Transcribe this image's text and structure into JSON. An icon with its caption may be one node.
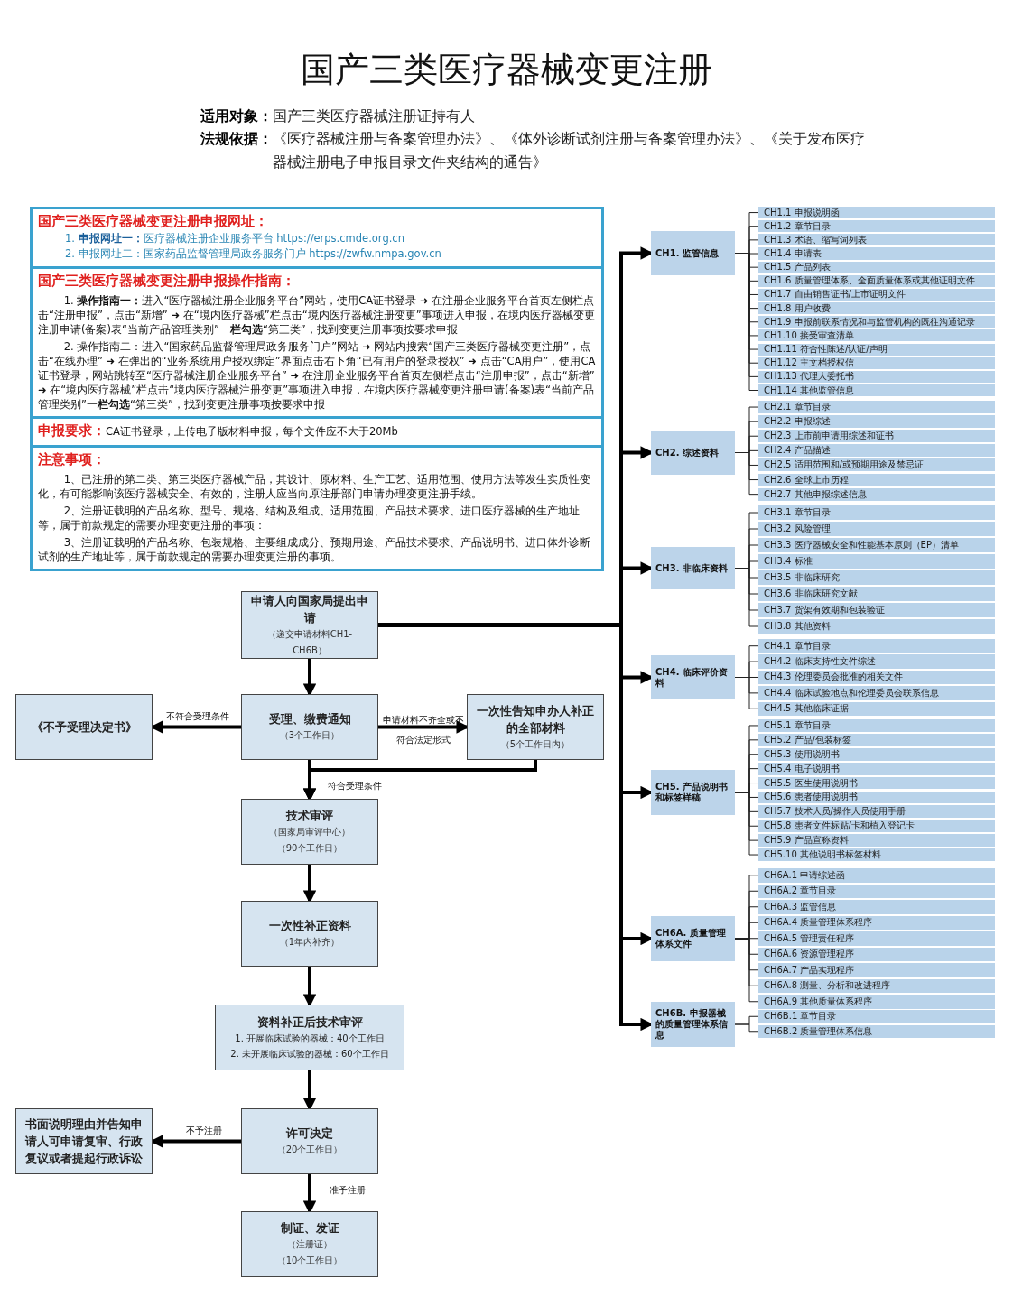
{
  "diagram": {
    "title": "国产三类医疗器械变更注册",
    "labels": [
      "**适用对象：**国产三类医疗器械注册证持有人",
      "**法规依据：**《医疗器械注册与备案管理办法》、《体外诊断试剂注册与备案管理办法》、《关于发布医疗器械注册电子申报目录文件夹结构的通告》"
    ],
    "nodes": [
      {
        "text": [
          "国产三类医疗器械变更注册申报网址：",
          "1. **申报网址一：**医疗器械注册企业服务平台 https://erps.cmde.org.cn",
          "2. 申报网址二：国家药品监督管理局政务服务门户 https://zwfw.nmpa.gov.cn"
        ]
      },
      {
        "text": [
          "国产三类医疗器械变更注册申报操作指南：",
          "1. **操作指南一：**进入“医疗器械注册企业服务平台”网站，使用CA证书登录 ➜ 在注册企业服务平台首页左侧栏点击“注册申报”，点击“新增” ➜ 在“境内医疗器械”栏点击“境内医疗器械注册变更”事项进入申报，在境内医疗器械变更注册申请(备案)表“当前产品管理类别”一**栏勾选**“第三类”，找到变更注册事项按要求申报",
          "2. 操作指南二：进入“国家药品监督管理局政务服务门户”网站 ➜ 网站内搜索“国产三类医疗器械变更注册”，点击“在线办理” ➜ 在弹出的“业务系统用户授权绑定”界面点击右下角“已有用户的登录授权” ➜ 点击“CA用户”，使用CA证书登录，网站跳转至“医疗器械注册企业服务平台” ➜ 在注册企业服务平台首页左侧栏点击“注册申报”，点击“新增” ➜ 在“境内医疗器械”栏点击“境内医疗器械注册变更”事项进入申报，在境内医疗器械变更注册申请(备案)表“当前产品管理类别”一**栏勾选**“第三类”，找到变更注册事项按要求申报"
        ]
      },
      {
        "text": [
          "申报要求：",
          "CA证书登录，上传电子版材料申报，每个文件应不大于20Mb"
        ]
      },
      {
        "text": [
          "注意事项：",
          "1、已注册的第二类、第三类医疗器械产品，其设计、原材料、生产工艺、适用范围、使用方法等发生实质性变化，有可能影响该医疗器械安全、有效的，注册人应当向原注册部门申请办理变更注册手续。",
          "2、注册证载明的产品名称、型号、规格、结构及组成、适用范围、产品技术要求、进口医疗器械的生产地址等，属于前款规定的需要办理变更注册的事项：",
          "3、注册证载明的产品名称、包装规格、主要组成成分、预期用途、产品技术要求、产品说明书、进口体外诊断试剂的生产地址等，属于前款规定的需要办理变更注册的事项。"
        ]
      },
      {
        "text": [
          "申请人向国家局提出申请",
          "（递交申请材料CH1-CH6B）"
        ]
      },
      {
        "text": [
          "《不予受理决定书》"
        ]
      },
      {
        "text": [
          "受理、缴费通知",
          "（3个工作日）"
        ]
      },
      {
        "text": [
          "一次性告知申办人补正的全部材料",
          "（5个工作日内）"
        ]
      },
      {
        "text": [
          "技术审评",
          "（国家局审评中心）",
          "（90个工作日）"
        ]
      },
      {
        "text": [
          "一次性补正资料",
          "（1年内补齐）"
        ]
      },
      {
        "text": [
          "资料补正后技术审评",
          "1. 开展临床试验的器械：40个工作日",
          "2. 未开展临床试验的器械：60个工作日"
        ]
      },
      {
        "text": [
          "书面说明理由并告知申请人可申请复审、行政复议或者提起行政诉讼"
        ]
      },
      {
        "text": [
          "许可决定",
          "（20个工作日）"
        ]
      },
      {
        "text": [
          "制证、发证",
          "（注册证）",
          "（10个工作日）"
        ]
      },
      {
        "text": [
          "CH1. 监管信息"
        ]
      },
      {
        "text": [
          "CH1.1 申报说明函"
        ]
      },
      {
        "text": [
          "CH1.2 章节目录"
        ]
      },
      {
        "text": [
          "CH1.3 术语、缩写词列表"
        ]
      },
      {
        "text": [
          "CH1.4 申请表"
        ]
      },
      {
        "text": [
          "CH1.5 产品列表"
        ]
      },
      {
        "text": [
          "CH1.6 质量管理体系、全面质量体系或其他证明文件"
        ]
      },
      {
        "text": [
          "CH1.7 自由销售证书/上市证明文件"
        ]
      },
      {
        "text": [
          "CH1.8 用户收费"
        ]
      },
      {
        "text": [
          "CH1.9 申报前联系情况和与监管机构的既往沟通记录"
        ]
      },
      {
        "text": [
          "CH1.10 接受审查清单"
        ]
      },
      {
        "text": [
          "CH1.11 符合性陈述/认证/声明"
        ]
      },
      {
        "text": [
          "CH1.12 主文档授权信"
        ]
      },
      {
        "text": [
          "CH1.13 代理人委托书"
        ]
      },
      {
        "text": [
          "CH1.14 其他监管信息"
        ]
      },
      {
        "text": [
          "CH2. 综述资料"
        ]
      },
      {
        "text": [
          "CH2.1 章节目录"
        ]
      },
      {
        "text": [
          "CH2.2 申报综述"
        ]
      },
      {
        "text": [
          "CH2.3 上市前申请用综述和证书"
        ]
      },
      {
        "text": [
          "CH2.4 产品描述"
        ]
      },
      {
        "text": [
          "CH2.5 适用范围和/或预期用途及禁忌证"
        ]
      },
      {
        "text": [
          "CH2.6 全球上市历程"
        ]
      },
      {
        "text": [
          "CH2.7 其他申报综述信息"
        ]
      },
      {
        "text": [
          "CH3. 非临床资料"
        ]
      },
      {
        "text": [
          "CH3.1 章节目录"
        ]
      },
      {
        "text": [
          "CH3.2 风险管理"
        ]
      },
      {
        "text": [
          "CH3.3 医疗器械安全和性能基本原则（EP）清单"
        ]
      },
      {
        "text": [
          "CH3.4 标准"
        ]
      },
      {
        "text": [
          "CH3.5 非临床研究"
        ]
      },
      {
        "text": [
          "CH3.6 非临床研究文献"
        ]
      },
      {
        "text": [
          "CH3.7 货架有效期和包装验证"
        ]
      },
      {
        "text": [
          "CH3.8 其他资料"
        ]
      },
      {
        "text": [
          "CH4. 临床评价资料"
        ]
      },
      {
        "text": [
          "CH4.1 章节目录"
        ]
      },
      {
        "text": [
          "CH4.2 临床支持性文件综述"
        ]
      },
      {
        "text": [
          "CH4.3 伦理委员会批准的相关文件"
        ]
      },
      {
        "text": [
          "CH4.4 临床试验地点和伦理委员会联系信息"
        ]
      },
      {
        "text": [
          "CH4.5 其他临床证据"
        ]
      },
      {
        "text": [
          "CH5. 产品说明书和标签样稿"
        ]
      },
      {
        "text": [
          "CH5.1 章节目录"
        ]
      },
      {
        "text": [
          "CH5.2 产品/包装标签"
        ]
      },
      {
        "text": [
          "CH5.3 使用说明书"
        ]
      },
      {
        "text": [
          "CH5.4 电子说明书"
        ]
      },
      {
        "text": [
          "CH5.5 医生使用说明书"
        ]
      },
      {
        "text": [
          "CH5.6 患者使用说明书"
        ]
      },
      {
        "text": [
          "CH5.7 技术人员/操作人员使用手册"
        ]
      },
      {
        "text": [
          "CH5.8 患者文件标贴/卡和植入登记卡"
        ]
      },
      {
        "text": [
          "CH5.9 产品宣称资料"
        ]
      },
      {
        "text": [
          "CH5.10 其他说明书标签材料"
        ]
      },
      {
        "text": [
          "CH6A. 质量管理体系文件"
        ]
      },
      {
        "text": [
          "CH6A.1 申请综述函"
        ]
      },
      {
        "text": [
          "CH6A.2 章节目录"
        ]
      },
      {
        "text": [
          "CH6A.3 监管信息"
        ]
      },
      {
        "text": [
          "CH6A.4 质量管理体系程序"
        ]
      },
      {
        "text": [
          "CH6A.5 管理责任程序"
        ]
      },
      {
        "text": [
          "CH6A.6 资源管理程序"
        ]
      },
      {
        "text": [
          "CH6A.7 产品实现程序"
        ]
      },
      {
        "text": [
          "CH6A.8 测量、分析和改进程序"
        ]
      },
      {
        "text": [
          "CH6A.9 其他质量体系程序"
        ]
      },
      {
        "text": [
          "CH6B. 申报器械的质量管理体系信息"
        ]
      },
      {
        "text": [
          "CH6B.1 章节目录"
        ]
      },
      {
        "text": [
          "CH6B.2 质量管理体系信息"
        ]
      }
    ],
    "edges": [
      {
        "from": 4,
        "to": 6,
        "arrow": "to",
        "style": "thick"
      },
      {
        "from": 6,
        "to": 5,
        "arrow": "to",
        "style": "thick",
        "label": "不符合受理条件"
      },
      {
        "from": 6,
        "to": 7,
        "arrow": "to",
        "style": "thick",
        "label": "申请材料不齐全或不符合法定形式"
      },
      {
        "from": 7,
        "to": 8,
        "arrow": "to",
        "style": "thick"
      },
      {
        "from": 6,
        "to": 8,
        "arrow": "to",
        "style": "thick",
        "label": "符合受理条件"
      },
      {
        "from": 8,
        "to": 9,
        "arrow": "to",
        "style": "thick"
      },
      {
        "from": 9,
        "to": 10,
        "arrow": "to",
        "style": "thick"
      },
      {
        "from": 10,
        "to": 12,
        "arrow": "to",
        "style": "thick"
      },
      {
        "from": 12,
        "to": 11,
        "arrow": "to",
        "style": "thick",
        "label": "不予注册"
      },
      {
        "from": 12,
        "to": 13,
        "arrow": "to",
        "style": "thick",
        "label": "准予注册"
      },
      {
        "from": 4,
        "to": 14,
        "arrow": "to",
        "style": "thick"
      },
      {
        "from": 4,
        "to": 29,
        "arrow": "to",
        "style": "thick"
      },
      {
        "from": 4,
        "to": 37,
        "arrow": "to",
        "style": "thick"
      },
      {
        "from": 4,
        "to": 46,
        "arrow": "to",
        "style": "thick"
      },
      {
        "from": 4,
        "to": 52,
        "arrow": "to",
        "style": "thick"
      },
      {
        "from": 4,
        "to": 63,
        "arrow": "to",
        "style": "thick"
      },
      {
        "from": 4,
        "to": 73,
        "arrow": "to",
        "style": "thick"
      },
      {
        "from": 14,
        "to": 15,
        "arrow": "none"
      },
      {
        "from": 14,
        "to": 16,
        "arrow": "none"
      },
      {
        "from": 14,
        "to": 17,
        "arrow": "none"
      },
      {
        "from": 14,
        "to": 18,
        "arrow": "none"
      },
      {
        "from": 14,
        "to": 19,
        "arrow": "none"
      },
      {
        "from": 14,
        "to": 20,
        "arrow": "none"
      },
      {
        "from": 14,
        "to": 21,
        "arrow": "none"
      },
      {
        "from": 14,
        "to": 22,
        "arrow": "none"
      },
      {
        "from": 14,
        "to": 23,
        "arrow": "none"
      },
      {
        "from": 14,
        "to": 24,
        "arrow": "none"
      },
      {
        "from": 14,
        "to": 25,
        "arrow": "none"
      },
      {
        "from": 14,
        "to": 26,
        "arrow": "none"
      },
      {
        "from": 14,
        "to": 27,
        "arrow": "none"
      },
      {
        "from": 14,
        "to": 28,
        "arrow": "none"
      },
      {
        "from": 29,
        "to": 30,
        "arrow": "none"
      },
      {
        "from": 29,
        "to": 31,
        "arrow": "none"
      },
      {
        "from": 29,
        "to": 32,
        "arrow": "none"
      },
      {
        "from": 29,
        "to": 33,
        "arrow": "none"
      },
      {
        "from": 29,
        "to": 34,
        "arrow": "none"
      },
      {
        "from": 29,
        "to": 35,
        "arrow": "none"
      },
      {
        "from": 29,
        "to": 36,
        "arrow": "none"
      },
      {
        "from": 37,
        "to": 38,
        "arrow": "none"
      },
      {
        "from": 37,
        "to": 39,
        "arrow": "none"
      },
      {
        "from": 37,
        "to": 40,
        "arrow": "none"
      },
      {
        "from": 37,
        "to": 41,
        "arrow": "none"
      },
      {
        "from": 37,
        "to": 42,
        "arrow": "none"
      },
      {
        "from": 37,
        "to": 43,
        "arrow": "none"
      },
      {
        "from": 37,
        "to": 44,
        "arrow": "none"
      },
      {
        "from": 37,
        "to": 45,
        "arrow": "none"
      },
      {
        "from": 46,
        "to": 47,
        "arrow": "none"
      },
      {
        "from": 46,
        "to": 48,
        "arrow": "none"
      },
      {
        "from": 46,
        "to": 49,
        "arrow": "none"
      },
      {
        "from": 46,
        "to": 50,
        "arrow": "none"
      },
      {
        "from": 46,
        "to": 51,
        "arrow": "none"
      },
      {
        "from": 52,
        "to": 53,
        "arrow": "none"
      },
      {
        "from": 52,
        "to": 54,
        "arrow": "none"
      },
      {
        "from": 52,
        "to": 55,
        "arrow": "none"
      },
      {
        "from": 52,
        "to": 56,
        "arrow": "none"
      },
      {
        "from": 52,
        "to": 57,
        "arrow": "none"
      },
      {
        "from": 52,
        "to": 58,
        "arrow": "none"
      },
      {
        "from": 52,
        "to": 59,
        "arrow": "none"
      },
      {
        "from": 52,
        "to": 60,
        "arrow": "none"
      },
      {
        "from": 52,
        "to": 61,
        "arrow": "none"
      },
      {
        "from": 52,
        "to": 62,
        "arrow": "none"
      },
      {
        "from": 63,
        "to": 64,
        "arrow": "none"
      },
      {
        "from": 63,
        "to": 65,
        "arrow": "none"
      },
      {
        "from": 63,
        "to": 66,
        "arrow": "none"
      },
      {
        "from": 63,
        "to": 67,
        "arrow": "none"
      },
      {
        "from": 63,
        "to": 68,
        "arrow": "none"
      },
      {
        "from": 63,
        "to": 69,
        "arrow": "none"
      },
      {
        "from": 63,
        "to": 70,
        "arrow": "none"
      },
      {
        "from": 63,
        "to": 71,
        "arrow": "none"
      },
      {
        "from": 63,
        "to": 72,
        "arrow": "none"
      },
      {
        "from": 73,
        "to": 74,
        "arrow": "none"
      },
      {
        "from": 73,
        "to": 75,
        "arrow": "none"
      }
    ]
  }
}
